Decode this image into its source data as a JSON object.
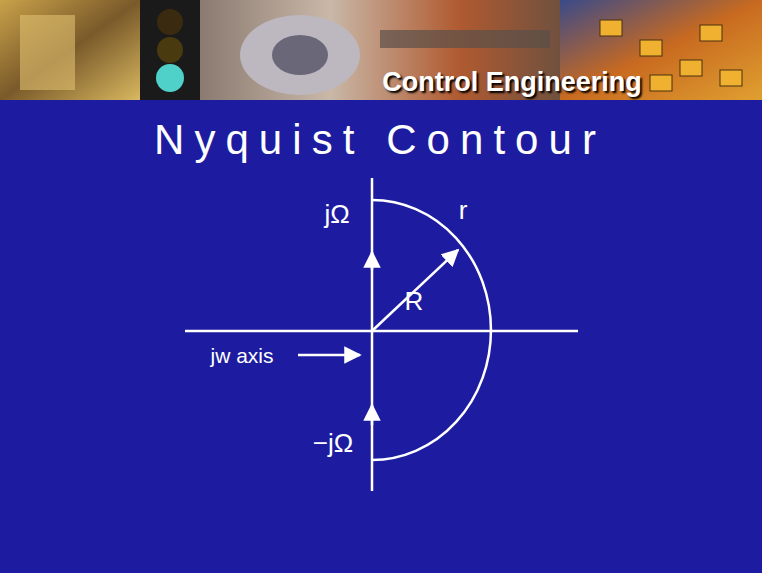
{
  "diagram": {
    "title": "Nyquist Contour",
    "labels": [
      "Control Engineering",
      "jΩ",
      "r",
      "R",
      "jw axis",
      "−jΩ"
    ]
  }
}
